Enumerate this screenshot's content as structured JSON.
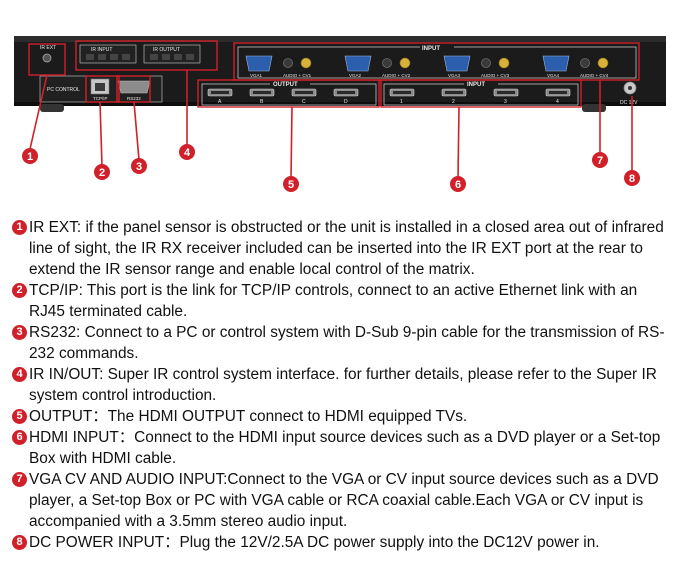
{
  "panel": {
    "ir_ext": "IR EXT",
    "ir_input": "IR INPUT",
    "ir_output": "IR OUTPUT",
    "pc_control": "PC CONTROL",
    "tcp_ip": "TCP/IP",
    "rs232": "RS232",
    "input_top": "INPUT",
    "output": "OUTPUT",
    "input_hdmi": "INPUT",
    "vga_labels": [
      "VGA1",
      "VGA2",
      "VGA3",
      "VGA4"
    ],
    "audio_cv_labels": [
      "AUDIO + CV1",
      "AUDIO + CV2",
      "AUDIO + CV3",
      "AUDIO + CV4"
    ],
    "output_ports": [
      "A",
      "B",
      "C",
      "D"
    ],
    "input_ports": [
      "1",
      "2",
      "3",
      "4"
    ],
    "dc": "DC 12V"
  },
  "callouts": [
    "1",
    "2",
    "3",
    "4",
    "5",
    "6",
    "7",
    "8"
  ],
  "items": [
    {
      "num": "1",
      "text": "IR EXT: if the panel sensor is obstructed or the unit is installed in a closed area out of infrared line of sight, the IR RX receiver included can be inserted into the IR EXT port at the rear to extend the IR sensor range and enable local control of the matrix."
    },
    {
      "num": "2",
      "text": "TCP/IP: This port is the link for TCP/IP controls, connect to an active Ethernet link with an RJ45 terminated cable."
    },
    {
      "num": "3",
      "text": "RS232: Connect to a PC or control system with D-Sub 9-pin cable for the transmission of RS-232 commands."
    },
    {
      "num": "4",
      "text": "IR IN/OUT: Super IR control system interface. for further details, please refer to the Super IR system control introduction."
    },
    {
      "num": "5",
      "text": "OUTPUT：The HDMI OUTPUT connect to HDMI equipped TVs."
    },
    {
      "num": "6",
      "text": "HDMI INPUT：Connect to the HDMI input source devices such as a DVD player or a Set-top Box with HDMI cable."
    },
    {
      "num": "7",
      "text": "VGA CV AND AUDIO INPUT:Connect to the VGA or CV input source devices such as a DVD player, a Set-top Box or PC with VGA cable or RCA coaxial cable.Each VGA or CV input is accompanied with a 3.5mm stereo audio input."
    },
    {
      "num": "8",
      "text": "DC POWER INPUT：Plug the 12V/2.5A DC power supply into the DC12V power in."
    }
  ]
}
